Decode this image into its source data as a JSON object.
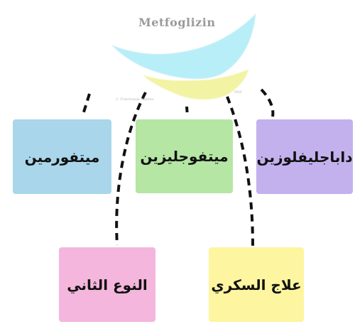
{
  "title": "Metfoglizin",
  "tiny_labels": {
    "left": "2- Functional Tablets",
    "right": "Mtfl"
  },
  "boxes": {
    "metformin": {
      "label": "ميتفورمين",
      "color": "#a9d6ea"
    },
    "metfoglizin": {
      "label": "ميتفوجليزين",
      "color": "#b5e6a4"
    },
    "dapagliflozin": {
      "label": "داباجليفلوزين",
      "color": "#c3b1ee"
    },
    "type2": {
      "label": "النوع الثاني",
      "color": "#f4b6dc"
    },
    "diabetes_treatment": {
      "label": "علاج السكري",
      "color": "#fdf59f"
    }
  },
  "colors": {
    "cyan_wedge": "#b8eef7",
    "yellow_wedge": "#f2f3a3",
    "connector": "#111111"
  }
}
